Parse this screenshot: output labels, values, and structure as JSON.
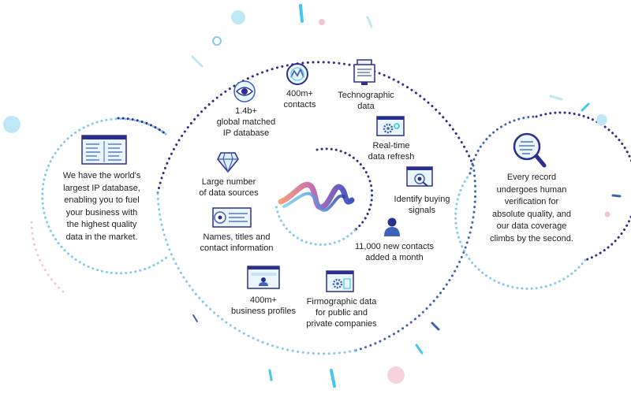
{
  "left_panel": {
    "lines": [
      "We have the world's",
      "largest IP database,",
      "enabling you to fuel",
      "your business with",
      "the highest quality",
      "data in the market."
    ],
    "icon": "ip-database-window-icon"
  },
  "right_panel": {
    "lines": [
      "Every record",
      "undergoes human",
      "verification for",
      "absolute quality, and",
      "our data coverage",
      "climbs by the second."
    ],
    "icon": "magnifier-icon"
  },
  "center": {
    "icon": "ribbon-logo-icon"
  },
  "features": [
    {
      "lines": [
        "1.4b+",
        "global matched",
        "IP database"
      ],
      "icon": "eye-icon"
    },
    {
      "lines": [
        "400m+",
        "contacts"
      ],
      "icon": "network-badge-icon"
    },
    {
      "lines": [
        "Technographic",
        "data"
      ],
      "icon": "monitor-stack-icon"
    },
    {
      "lines": [
        "Real-time",
        "data refresh"
      ],
      "icon": "gear-window-icon"
    },
    {
      "lines": [
        "Identify buying",
        "signals"
      ],
      "icon": "target-window-icon"
    },
    {
      "lines": [
        "11,000 new contacts",
        "added a month"
      ],
      "icon": "user-icon"
    },
    {
      "lines": [
        "Firmographic data",
        "for public and",
        "private companies"
      ],
      "icon": "company-window-icon"
    },
    {
      "lines": [
        "400m+",
        "business profiles"
      ],
      "icon": "profile-window-icon"
    },
    {
      "lines": [
        "Names, titles and",
        "contact information"
      ],
      "icon": "contact-card-icon"
    },
    {
      "lines": [
        "Large number",
        "of data sources"
      ],
      "icon": "diamond-icon"
    }
  ],
  "colors": {
    "navy": "#2b2f8f",
    "blue": "#3f62b8",
    "light_blue": "#7fc9ea",
    "cyan": "#46c6ef",
    "pink": "#f2c6cf",
    "text": "#222222"
  }
}
